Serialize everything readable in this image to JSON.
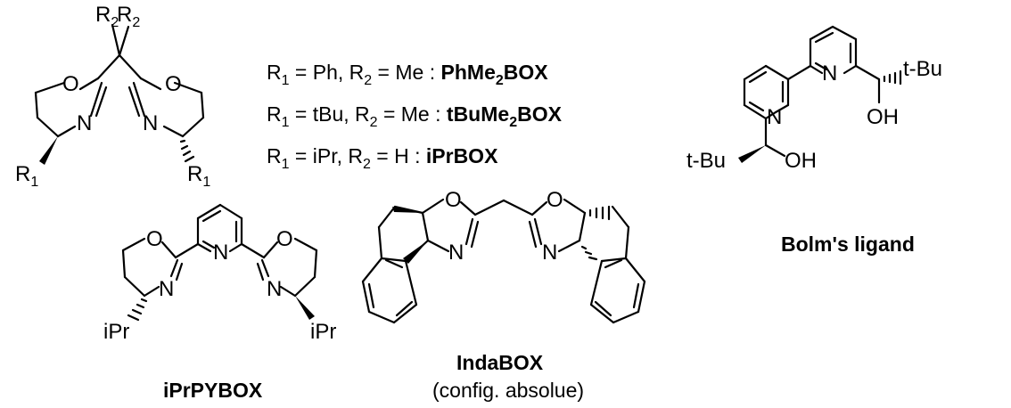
{
  "atoms": {
    "O": "O",
    "N": "N",
    "R1": "R",
    "R2": "R",
    "sub1": "1",
    "sub2": "2",
    "iPr": "iPr",
    "tBu": "t-Bu",
    "OH": "OH"
  },
  "legend": {
    "line1": {
      "lhs": "R",
      "s1": "1",
      "mid": " = Ph, R",
      "s2": "2",
      "rhs": " = Me : ",
      "name": "PhMe",
      "ns": "2",
      "name2": "BOX"
    },
    "line2": {
      "lhs": "R",
      "s1": "1",
      "mid": " = tBu, R",
      "s2": "2",
      "rhs": " = Me : ",
      "name": "tBuMe",
      "ns": "2",
      "name2": "BOX"
    },
    "line3": {
      "lhs": "R",
      "s1": "1",
      "mid": " = iPr, R",
      "s2": "2",
      "rhs": " = H : ",
      "name": "iPrBOX"
    }
  },
  "captions": {
    "pybox": "iPrPYBOX",
    "indabox": "IndaBOX",
    "indabox_note": "(config. absolue)",
    "bolm": "Bolm's ligand"
  }
}
